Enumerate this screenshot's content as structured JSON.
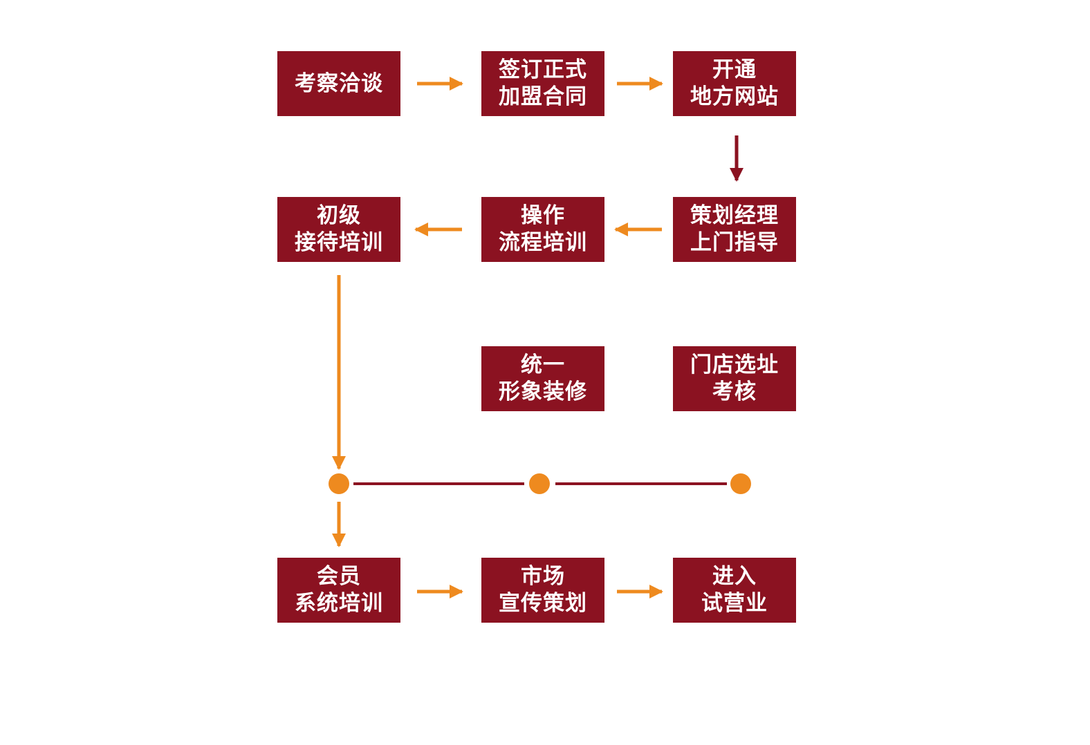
{
  "colors": {
    "box": "#8b1221",
    "box_text": "#ffffff",
    "arrow_orange": "#ee8a1f",
    "arrow_red": "#8b1221",
    "timeline_line": "#8b1221",
    "timeline_dot": "#ee8a1f"
  },
  "steps": [
    {
      "lines": [
        "考察洽谈"
      ]
    },
    {
      "lines": [
        "签订正式",
        "加盟合同"
      ]
    },
    {
      "lines": [
        "开通",
        "地方网站"
      ]
    },
    {
      "lines": [
        "策划经理",
        "上门指导"
      ]
    },
    {
      "lines": [
        "操作",
        "流程培训"
      ]
    },
    {
      "lines": [
        "初级",
        "接待培训"
      ]
    },
    {
      "lines": [
        "统一",
        "形象装修"
      ]
    },
    {
      "lines": [
        "门店选址",
        "考核"
      ]
    },
    {
      "lines": [
        "会员",
        "系统培训"
      ]
    },
    {
      "lines": [
        "市场",
        "宣传策划"
      ]
    },
    {
      "lines": [
        "进入",
        "试营业"
      ]
    }
  ]
}
